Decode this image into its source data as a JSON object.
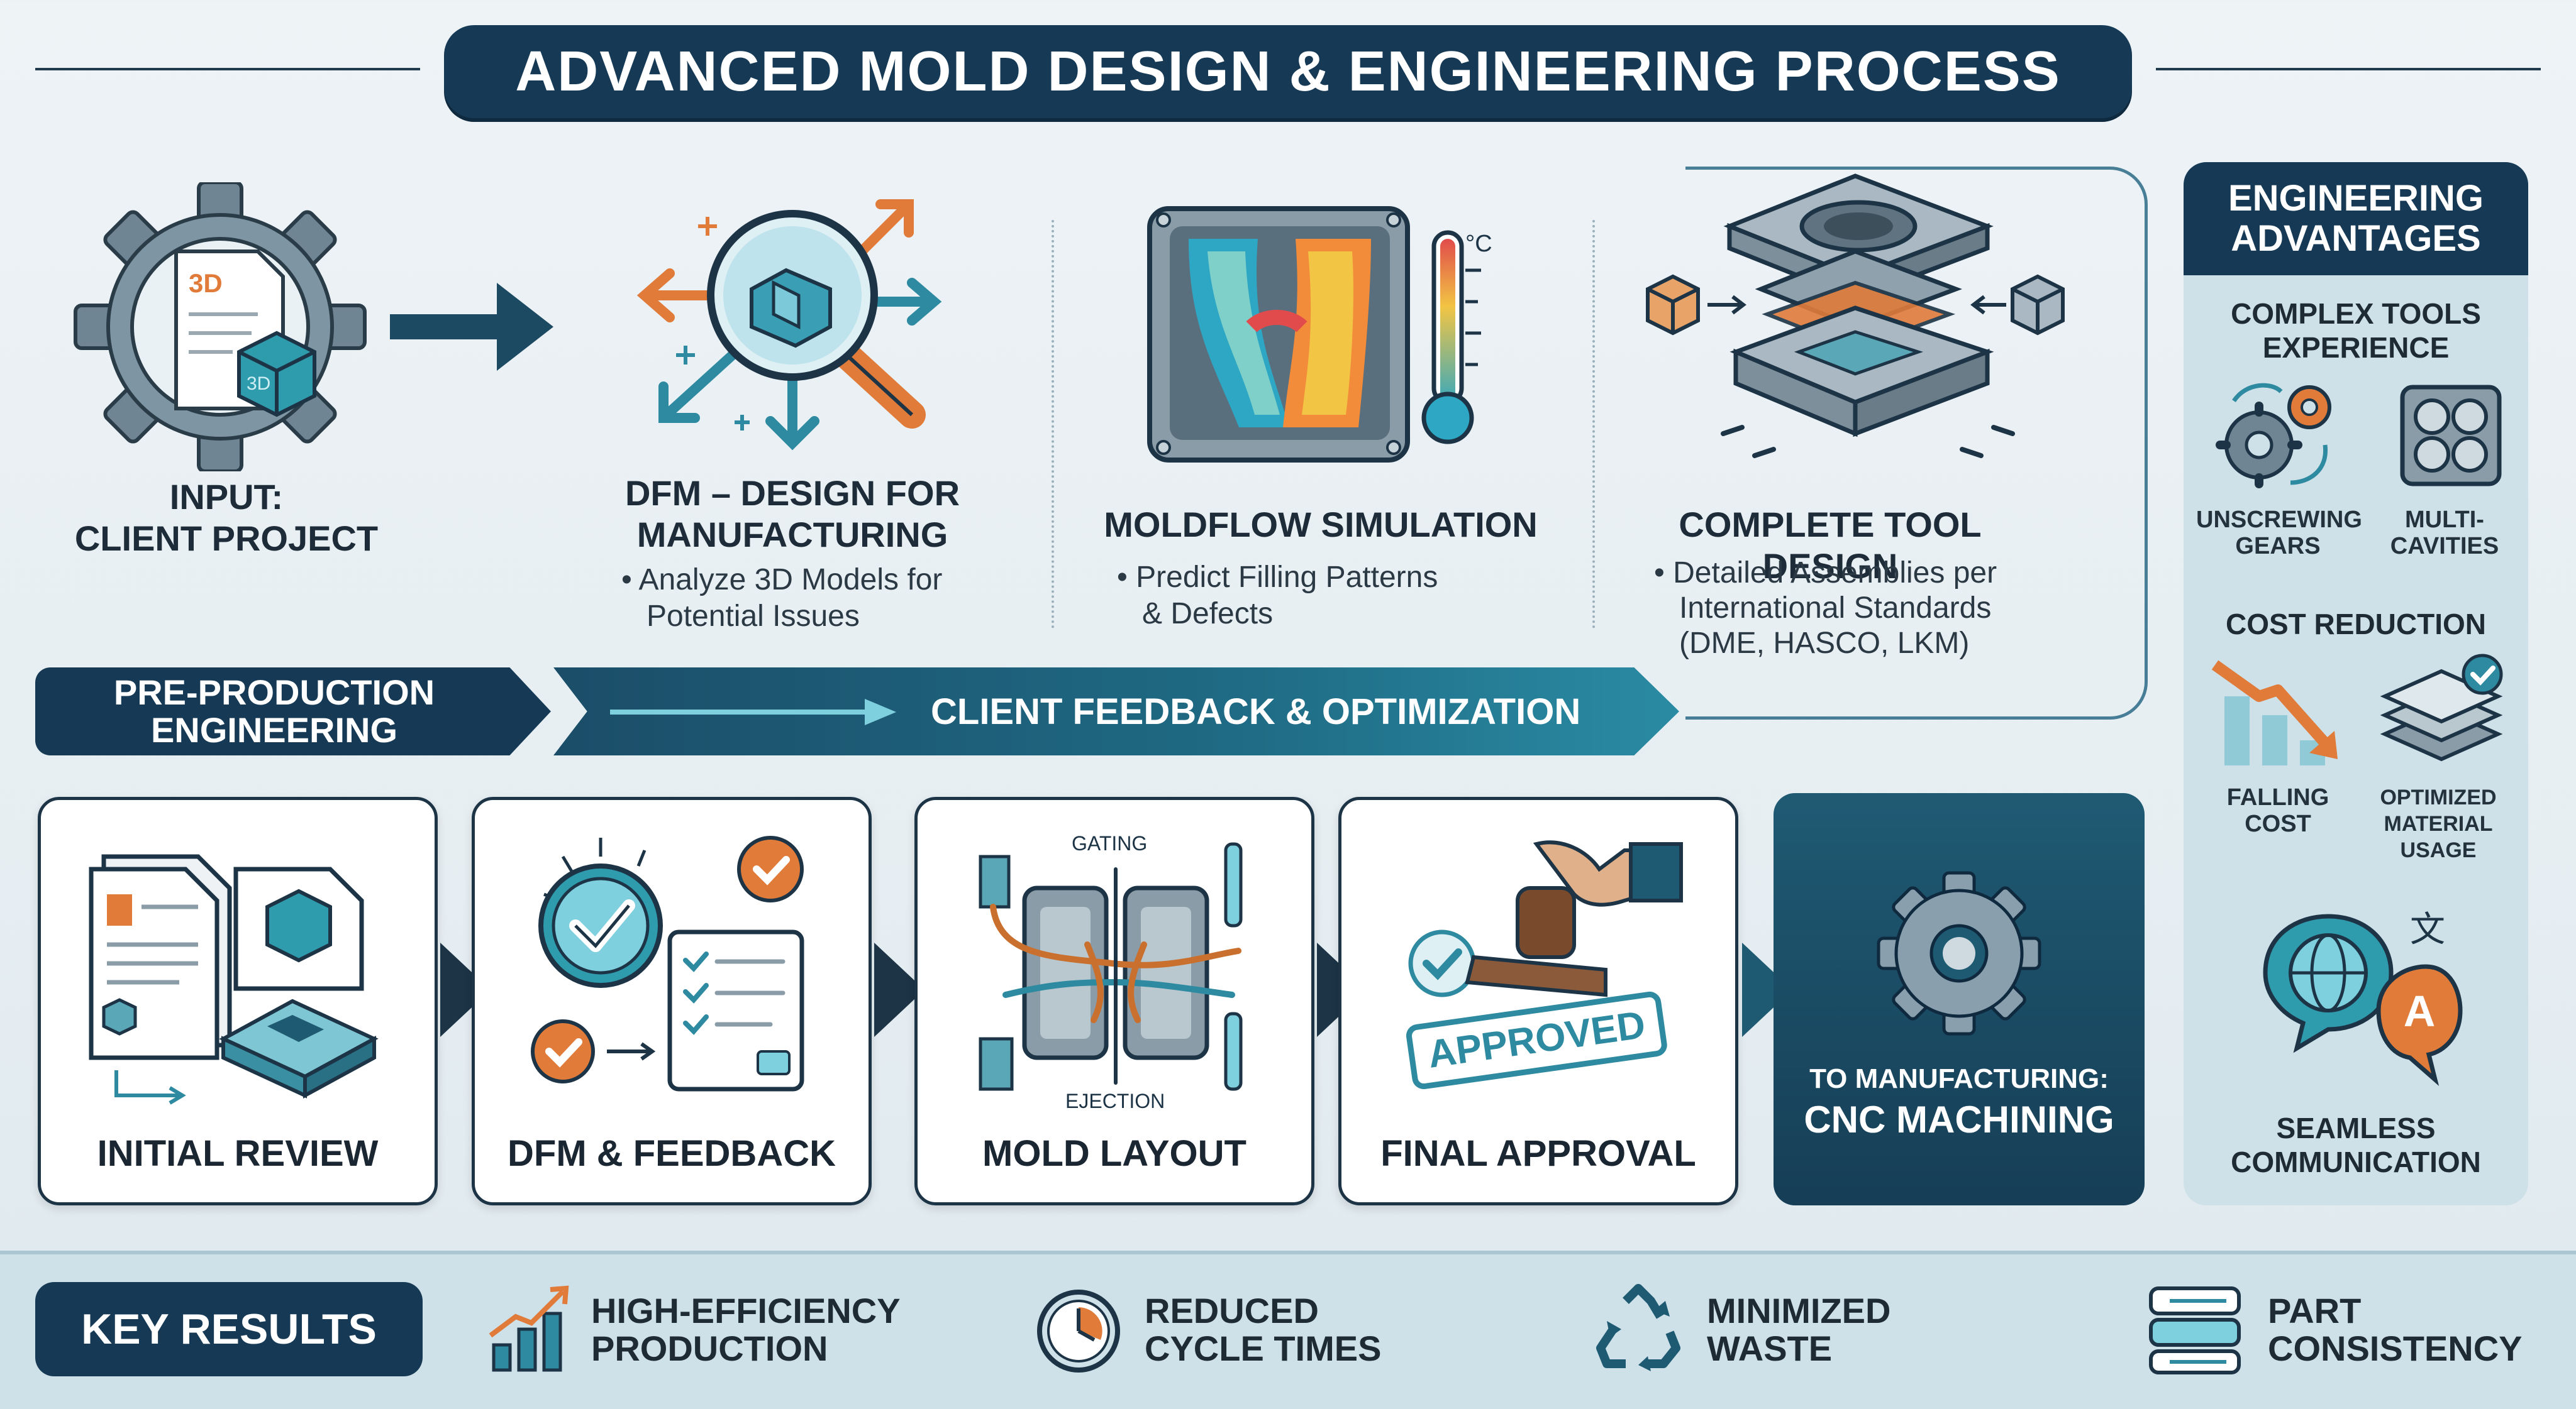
{
  "title": "ADVANCED MOLD DESIGN & ENGINEERING PROCESS",
  "stages": [
    {
      "title_lines": [
        "INPUT:",
        "CLIENT PROJECT"
      ],
      "bullet_lines": []
    },
    {
      "title_lines": [
        "DFM – DESIGN FOR",
        "MANUFACTURING"
      ],
      "bullet_lines": [
        "• Analyze 3D Models for",
        "Potential Issues"
      ]
    },
    {
      "title_lines": [
        "MOLDFLOW SIMULATION"
      ],
      "bullet_lines": [
        "• Predict Filling Patterns",
        "& Defects"
      ]
    },
    {
      "title_lines": [
        "COMPLETE TOOL DESIGN"
      ],
      "bullet_lines": [
        "• Detailed Assemblies per",
        "International Standards",
        "(DME, HASCO, LKM)"
      ]
    }
  ],
  "icon_labels": {
    "doc_3d": "3D",
    "cube_3d": "3D",
    "thermo_unit": "°C",
    "gating": "GATING",
    "ejection": "EJECTION",
    "stamp": "APPROVED"
  },
  "banner": {
    "left_lines": [
      "PRE-PRODUCTION",
      "ENGINEERING"
    ],
    "right": "CLIENT FEEDBACK & OPTIMIZATION"
  },
  "process_steps": [
    {
      "label": "INITIAL REVIEW"
    },
    {
      "label": "DFM & FEEDBACK"
    },
    {
      "label": "MOLD LAYOUT"
    },
    {
      "label": "FINAL APPROVAL"
    }
  ],
  "final_step": {
    "line1": "TO MANUFACTURING:",
    "line2": "CNC MACHINING"
  },
  "sidebar": {
    "title_lines": [
      "ENGINEERING",
      "ADVANTAGES"
    ],
    "sections": [
      {
        "title_lines": [
          "COMPLEX TOOLS",
          "EXPERIENCE"
        ],
        "items": [
          {
            "lines": [
              "UNSCREWING",
              "GEARS"
            ]
          },
          {
            "lines": [
              "MULTI-",
              "CAVITIES"
            ]
          }
        ]
      },
      {
        "title_lines": [
          "COST REDUCTION"
        ],
        "items": [
          {
            "lines": [
              "FALLING",
              "COST"
            ]
          },
          {
            "lines": [
              "OPTIMIZED",
              "MATERIAL USAGE"
            ]
          }
        ]
      },
      {
        "title_lines": [],
        "items": [
          {
            "lines": [
              "SEAMLESS",
              "COMMUNICATION"
            ]
          }
        ]
      }
    ]
  },
  "key_results": {
    "label": "KEY RESULTS",
    "items": [
      {
        "lines": [
          "HIGH-EFFICIENCY",
          "PRODUCTION"
        ]
      },
      {
        "lines": [
          "REDUCED",
          "CYCLE TIMES"
        ]
      },
      {
        "lines": [
          "MINIMIZED",
          "WASTE"
        ]
      },
      {
        "lines": [
          "PART",
          "CONSISTENCY"
        ]
      }
    ]
  },
  "colors": {
    "navy": "#163a55",
    "teal": "#1f6a84",
    "orange": "#e07b3a",
    "light_teal": "#5bbccf",
    "background": "#eaf1f4"
  }
}
